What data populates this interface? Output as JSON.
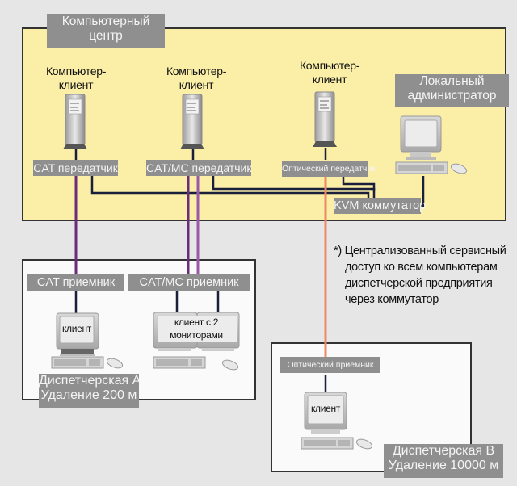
{
  "title": "Computer center KVM extension diagram",
  "zones": {
    "computer_center": {
      "label_line1": "Компьютерный",
      "label_line2": "центр"
    },
    "dispatch_a": {
      "label_line1": "Диспетчерская А",
      "label_line2": "Удаление 200 м"
    },
    "dispatch_b": {
      "label_line1": "Диспетчерская B",
      "label_line2": "Удаление 10000 м"
    }
  },
  "computers": [
    {
      "line1": "Компьютер-",
      "line2": "клиент"
    },
    {
      "line1": "Компьютер-",
      "line2": "клиент"
    },
    {
      "line1": "Компьютер-",
      "line2": "клиент"
    }
  ],
  "local_admin": {
    "line1": "Локальный",
    "line2": "администратор"
  },
  "transmitters": {
    "cat": "CAT передатчик",
    "cat_mc": "CAT/MC передатчик",
    "optical": "Оптический передатчик"
  },
  "kvm_switch": "KVM коммутатор",
  "receivers": {
    "cat": "CAT приемник",
    "cat_mc": "CAT/MC приемник",
    "optical": "Оптический приемник"
  },
  "clients": {
    "a": "клиент",
    "dual_line1": "клиент с 2",
    "dual_line2": "мониторами",
    "b": "клиент"
  },
  "note": {
    "line1": "*) Централизованный сервисный",
    "line2": "доступ ко всем компьютерам",
    "line3": "диспетчерской предприятия",
    "line4": "через коммутатор"
  },
  "colors": {
    "cat_cable": "#6b2d78",
    "catmc_cable_light": "#9a5aa8",
    "fiber_cable": "#ec8a66",
    "kvm_cable": "#1a1f3a",
    "center_bg": "#fbefa8",
    "label_bg": "#8f8f8f"
  }
}
